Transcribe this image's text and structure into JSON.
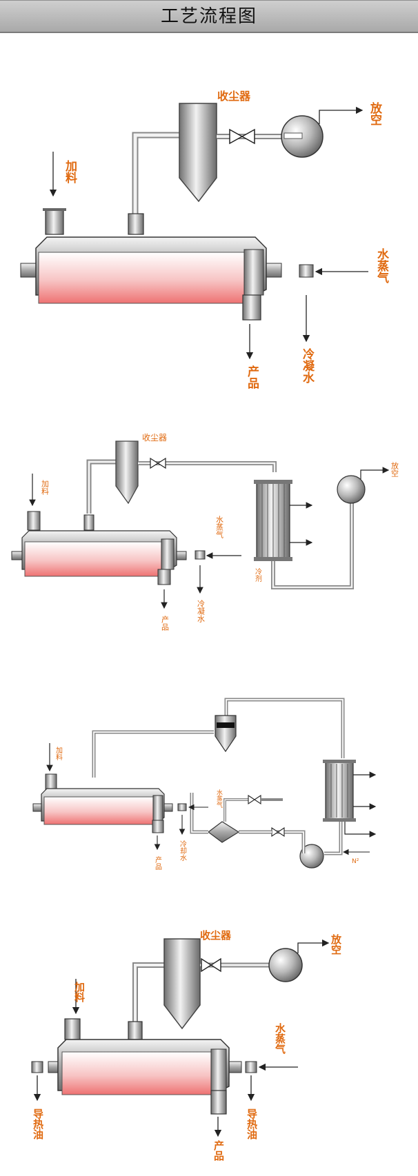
{
  "title": "工艺流程图",
  "colors": {
    "label": "#e06a10",
    "accent_fill": "#f08080",
    "header": "#b8b8b8"
  },
  "diagram1": {
    "dust_collector": "收尘器",
    "vent": "放空",
    "feed": "加料",
    "steam": "水蒸气",
    "product": "产品",
    "condensate": "冷凝水"
  },
  "diagram2": {
    "dust_collector": "收尘器",
    "vent": "放空",
    "feed": "加料",
    "steam": "水蒸气",
    "product": "产品",
    "condensate": "冷凝水",
    "coolant": "冷剂"
  },
  "diagram3": {
    "feed": "加料",
    "steam": "水蒸气",
    "product": "产品",
    "condensate": "冷却水",
    "nitrogen": "N²"
  },
  "diagram4": {
    "dust_collector": "收尘器",
    "vent": "放空",
    "feed": "加料",
    "steam": "水蒸气",
    "product": "产品",
    "thermal_oil_left": "导热油",
    "thermal_oil_right": "导热油"
  }
}
